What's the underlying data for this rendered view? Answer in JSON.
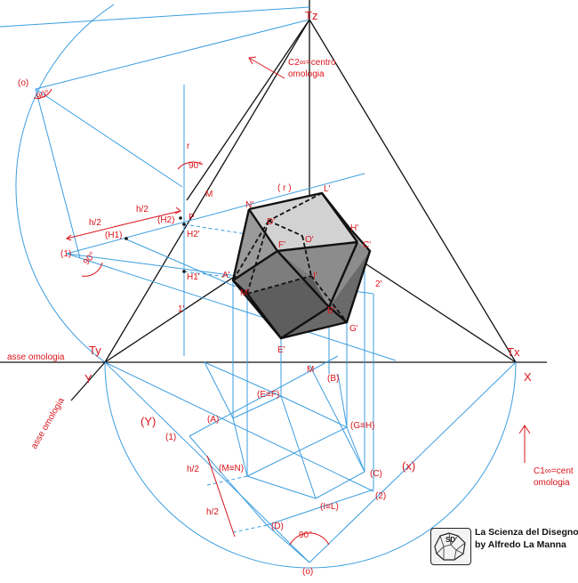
{
  "labels": {
    "tz": "Tz",
    "tx": "Tx",
    "ty": "Ty",
    "x_axis": "X",
    "y_axis": "Y",
    "asse_omologia_h": "asse omologia",
    "asse_omologia_d": "asse omologia",
    "c2_line1": "C2∞=centro",
    "c2_line2": "omologia",
    "c1_line1": "C1∞=cent",
    "c1_line2": "omologia",
    "o_top": "(o)",
    "o_bottom": "(o)",
    "angle_90_a": "90°",
    "angle_90_b": "90°",
    "angle_90_c": "90°",
    "angle_90_d": "90°",
    "r_line": "r",
    "r_paren": "( r )",
    "m_upper": "M",
    "p": "P",
    "h2": "(H2)",
    "h2p": "H2'",
    "h1": "(H1)",
    "h1p": "H1'",
    "h2_half_a": "h/2",
    "h2_half_b": "h/2",
    "h2_half_c": "h/2",
    "h2_half_d": "h/2",
    "one_upper": "(1)",
    "one_prime": "1'",
    "two_prime": "2'",
    "lower_M": "M",
    "B": "(B)",
    "EF": "(E≡F)",
    "A": "(A)",
    "GH": "(G≡H)",
    "Y_paren": "(Y)",
    "one_lower": "(1)",
    "MN": "(M≡N)",
    "C": "(C)",
    "x_paren": "(x)",
    "IL": "(I≡L)",
    "two_lower": "(2)",
    "D": "(D)",
    "Np": "N'",
    "Lp": "L'",
    "Dp": "D'",
    "Hp": "H'",
    "Fp": "F'",
    "Op": "O'",
    "Cp": "C'",
    "Ap": "A'",
    "Mp": "M'",
    "Ip": "I'",
    "Bp": "B'",
    "Gp": "G'",
    "Ep": "E'"
  },
  "credit": {
    "line1": "La Scienza del Disegno",
    "line2": "by Alfredo La Manna"
  },
  "colors": {
    "construction": "#3c9ee0",
    "annotation": "#d9141b",
    "solid_dark": "#6e6e6e",
    "solid_light": "#c9c9c9"
  }
}
